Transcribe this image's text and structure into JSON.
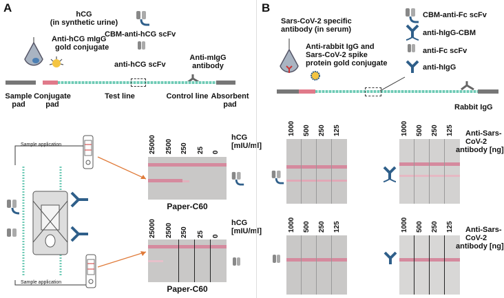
{
  "panel_a": {
    "label": "A",
    "hcg_title_1": "hCG",
    "hcg_title_2": "(in synthetic urine)",
    "conj_1": "Anti-hCG mIgG",
    "conj_2": "gold conjugate",
    "cbm_label": "CBM-anti-hCG scFv",
    "scfv_label": "anti-hCG scFv",
    "antim_1": "Anti-mIgG",
    "antim_2": "antibody",
    "pads": [
      "Sample\npad",
      "Conjugate\npad",
      "Test line",
      "Control line",
      "Absorbent\npad"
    ],
    "sample_app": "Sample application",
    "conc_top": [
      "25000",
      "2500",
      "250",
      "25",
      "0"
    ],
    "conc_bottom": [
      "25000",
      "2500",
      "250",
      "25",
      "0"
    ],
    "unit_1": "hCG",
    "unit_2": "[mIU/ml]",
    "paper": "Paper-C60"
  },
  "panel_b": {
    "label": "B",
    "sars_1": "Sars-CoV-2 specific",
    "sars_2": "antibody (in serum)",
    "rabbit_conj_1": "Anti-rabbit IgG and",
    "rabbit_conj_2": "Sars-CoV-2 spike",
    "rabbit_conj_3": "protein gold conjugate",
    "legend": [
      "CBM-anti-Fc scFv",
      "anti-hIgG-CBM",
      "anti-Fc scFv",
      "anti-hIgG"
    ],
    "rabbit_igg": "Rabbit IgG",
    "conc": [
      "1000",
      "500",
      "250",
      "125"
    ],
    "anti_1": "Anti-Sars-",
    "anti_2": "CoV-2",
    "anti_3": "antibody [ng]"
  },
  "colors": {
    "strip": "#c9c8c7",
    "test_line": "#d58a9e",
    "blue": "#2f5f8a",
    "membrane": "#8fd3c3",
    "arrow": "#e07b3a"
  }
}
